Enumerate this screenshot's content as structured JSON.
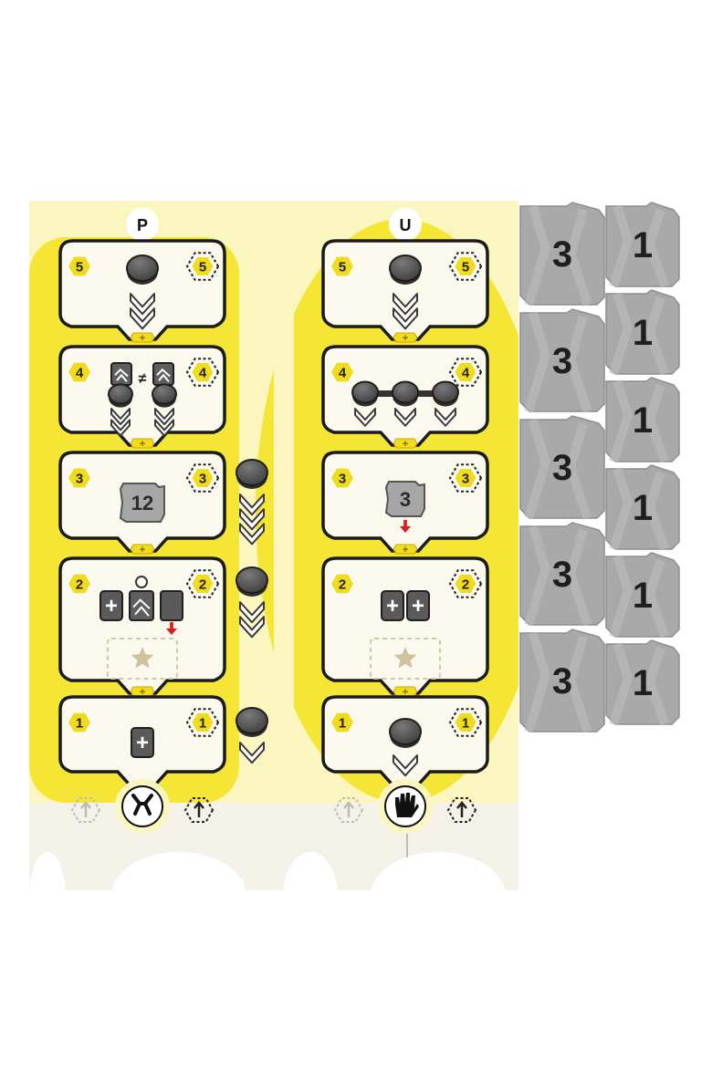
{
  "board": {
    "tracks": [
      {
        "letter": "P",
        "bottom_icon": "grabber-claw-icon",
        "cards": [
          {
            "level": "5",
            "icons": [
              "disc-icon",
              "double-arrow-down-icon"
            ],
            "bonus": "+"
          },
          {
            "level": "4",
            "icons": [
              "not-equal-icon",
              "worker-card-icon",
              "disc-icon",
              "double-arrow-down-icon"
            ],
            "symbol": "≠",
            "bonus": "+"
          },
          {
            "level": "3",
            "icons": [
              "scrap-tile-icon"
            ],
            "tile_value": "12",
            "bonus": "+"
          },
          {
            "level": "2",
            "icons": [
              "plus-card-icon",
              "worker-card-icon",
              "blank-card-icon",
              "red-arrow-down-icon",
              "star-slot-icon"
            ],
            "plus": "+",
            "bonus": "+"
          },
          {
            "level": "1",
            "icons": [
              "plus-card-icon"
            ],
            "plus": "+"
          }
        ],
        "side_markers": [
          {
            "discs": 1,
            "arrows": 3
          },
          {
            "discs": 1,
            "arrows": 2
          },
          {
            "discs": 1,
            "arrows": 1
          }
        ]
      },
      {
        "letter": "U",
        "bottom_icon": "hand-icon",
        "cards": [
          {
            "level": "5",
            "icons": [
              "disc-icon",
              "double-arrow-down-icon"
            ],
            "bonus": "+"
          },
          {
            "level": "4",
            "icons": [
              "disc-row-icon",
              "arrow-down-icon"
            ],
            "bonus": "+"
          },
          {
            "level": "3",
            "icons": [
              "scrap-tile-icon",
              "red-arrow-down-icon"
            ],
            "tile_value": "3",
            "bonus": "+"
          },
          {
            "level": "2",
            "icons": [
              "plus-card-icon",
              "plus-card-icon",
              "star-slot-icon"
            ],
            "plus": "+",
            "bonus": "+"
          },
          {
            "level": "1",
            "icons": [
              "disc-icon",
              "arrow-down-icon"
            ]
          }
        ]
      }
    ]
  },
  "tiles": {
    "left_column": [
      "3",
      "3",
      "3",
      "3",
      "3"
    ],
    "right_column": [
      "1",
      "1",
      "1",
      "1",
      "1",
      "1"
    ]
  },
  "colors": {
    "board_yellow": "#f5e534",
    "pale_yellow": "#fbf6c0",
    "card_fill": "#fbf9ee",
    "hex_yellow": "#f0dc1c",
    "tile_gray": "#a9a9a9",
    "dark_gray": "#555555",
    "red_arrow": "#e01818"
  }
}
